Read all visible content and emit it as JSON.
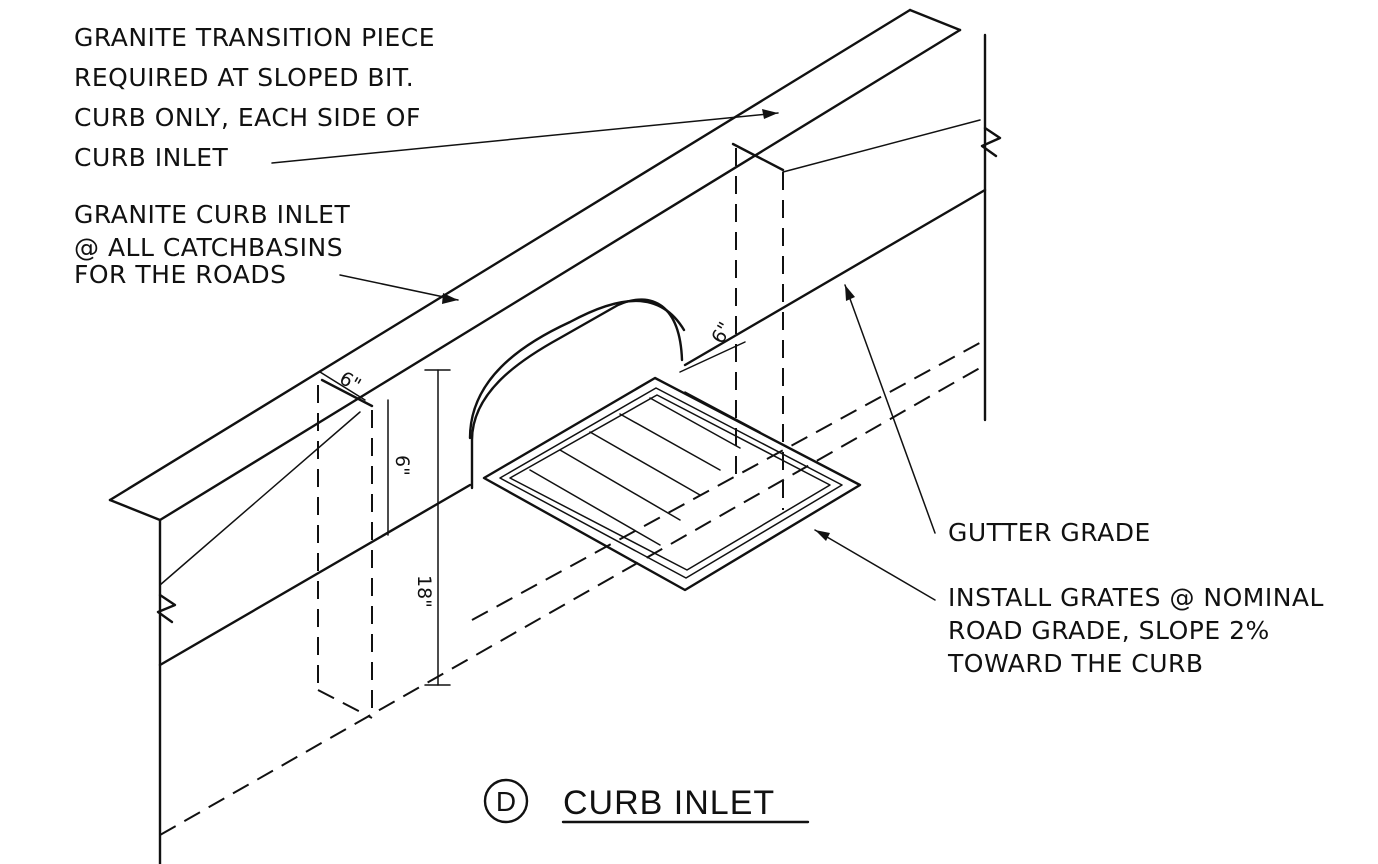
{
  "labels": {
    "transition_piece": [
      "GRANITE TRANSITION PIECE",
      "REQUIRED AT SLOPED BIT.",
      "CURB ONLY, EACH SIDE OF",
      "CURB INLET"
    ],
    "curb_inlet": [
      "GRANITE CURB INLET",
      "@ ALL CATCHBASINS",
      "FOR THE ROADS"
    ],
    "gutter_grade": [
      "GUTTER GRADE"
    ],
    "install_grates": [
      "INSTALL GRATES @ NOMINAL",
      "ROAD GRADE, SLOPE 2%",
      "TOWARD THE CURB"
    ]
  },
  "dimensions": {
    "top_width": "6\"",
    "face_height": "6\"",
    "total_height": "18\"",
    "setback": "6\""
  },
  "detail": {
    "tag": "D",
    "title": "CURB INLET"
  }
}
